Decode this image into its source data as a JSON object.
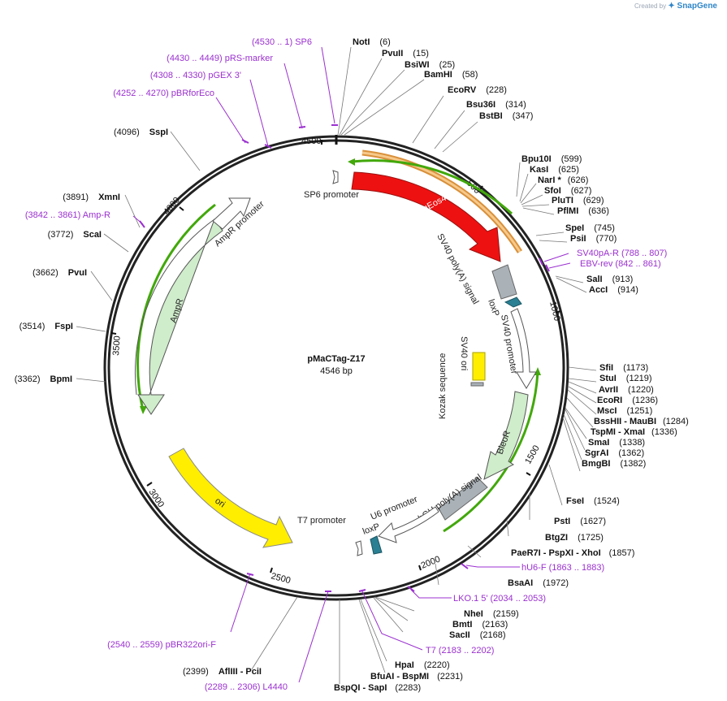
{
  "credit": {
    "prefix": "Created by",
    "brand": "SnapGene"
  },
  "plasmid": {
    "name": "pMaCTag-Z17",
    "size_label": "4546 bp",
    "length": 4546
  },
  "colors": {
    "purple": "#9b30d0",
    "feature_red": "#ee1111",
    "feature_yellow": "#ffee00",
    "feature_green": "#cfeccb",
    "feature_gray": "#aab2b8",
    "feature_teal": "#2a7f92",
    "primer_green": "#42a80b",
    "primer_orange": "#e5a03c"
  },
  "ticks": [
    "500",
    "1000",
    "1500",
    "2000",
    "2500",
    "3000",
    "3500",
    "4000",
    "4500"
  ],
  "sites": [
    {
      "text": "NotI",
      "pos": "(6)",
      "side": "right"
    },
    {
      "text": "PvuII",
      "pos": "(15)",
      "side": "right"
    },
    {
      "text": "BsiWI",
      "pos": "(25)",
      "side": "right"
    },
    {
      "text": "BamHI",
      "pos": "(58)",
      "side": "right"
    },
    {
      "text": "EcoRV",
      "pos": "(228)",
      "side": "right"
    },
    {
      "text": "Bsu36I",
      "pos": "(314)",
      "side": "right"
    },
    {
      "text": "BstBI",
      "pos": "(347)",
      "side": "right"
    },
    {
      "text": "Bpu10I",
      "pos": "(599)",
      "side": "right"
    },
    {
      "text": "KasI",
      "pos": "(625)",
      "side": "right"
    },
    {
      "text": "NarI *",
      "pos": "(626)",
      "side": "right"
    },
    {
      "text": "SfoI",
      "pos": "(627)",
      "side": "right"
    },
    {
      "text": "PluTI",
      "pos": "(629)",
      "side": "right"
    },
    {
      "text": "PflMI",
      "pos": "(636)",
      "side": "right"
    },
    {
      "text": "SpeI",
      "pos": "(745)",
      "side": "right"
    },
    {
      "text": "PsiI",
      "pos": "(770)",
      "side": "right"
    },
    {
      "text": "SalI",
      "pos": "(913)",
      "side": "right"
    },
    {
      "text": "AccI",
      "pos": "(914)",
      "side": "right"
    },
    {
      "text": "SfiI",
      "pos": "(1173)",
      "side": "right"
    },
    {
      "text": "StuI",
      "pos": "(1219)",
      "side": "right"
    },
    {
      "text": "AvrII",
      "pos": "(1220)",
      "side": "right"
    },
    {
      "text": "EcoRI",
      "pos": "(1236)",
      "side": "right"
    },
    {
      "text": "MscI",
      "pos": "(1251)",
      "side": "right"
    },
    {
      "text": "BssHII - MauBI",
      "pos": "(1284)",
      "side": "right"
    },
    {
      "text": "TspMI - XmaI",
      "pos": "(1336)",
      "side": "right"
    },
    {
      "text": "SmaI",
      "pos": "(1338)",
      "side": "right"
    },
    {
      "text": "SgrAI",
      "pos": "(1362)",
      "side": "right"
    },
    {
      "text": "BmgBI",
      "pos": "(1382)",
      "side": "right"
    },
    {
      "text": "FseI",
      "pos": "(1524)",
      "side": "right"
    },
    {
      "text": "PstI",
      "pos": "(1627)",
      "side": "right"
    },
    {
      "text": "BtgZI",
      "pos": "(1725)",
      "side": "right"
    },
    {
      "text": "PaeR7I - PspXI - XhoI",
      "pos": "(1857)",
      "side": "right"
    },
    {
      "text": "BsaAI",
      "pos": "(1972)",
      "side": "right"
    },
    {
      "text": "NheI",
      "pos": "(2159)",
      "side": "right"
    },
    {
      "text": "BmtI",
      "pos": "(2163)",
      "side": "right"
    },
    {
      "text": "SacII",
      "pos": "(2168)",
      "side": "right"
    },
    {
      "text": "HpaI",
      "pos": "(2220)",
      "side": "right"
    },
    {
      "text": "BfuAI - BspMI",
      "pos": "(2231)",
      "side": "right"
    },
    {
      "text": "BspQI - SapI",
      "pos": "(2283)",
      "side": "right"
    },
    {
      "text": "AflIII - PciI",
      "pos": "(2399)",
      "side": "left"
    },
    {
      "text": "BpmI",
      "pos": "(3362)",
      "side": "left"
    },
    {
      "text": "FspI",
      "pos": "(3514)",
      "side": "left"
    },
    {
      "text": "PvuI",
      "pos": "(3662)",
      "side": "left"
    },
    {
      "text": "ScaI",
      "pos": "(3772)",
      "side": "left"
    },
    {
      "text": "XmnI",
      "pos": "(3891)",
      "side": "left"
    },
    {
      "text": "SspI",
      "pos": "(4096)",
      "side": "left"
    }
  ],
  "primers": [
    {
      "text": "(4530 .. 1)  SP6"
    },
    {
      "text": "(4430 .. 4449)  pRS-marker"
    },
    {
      "text": "(4308 .. 4330)  pGEX 3'"
    },
    {
      "text": "(4252 .. 4270)  pBRforEco"
    },
    {
      "text": "(3842 .. 3861)  Amp-R"
    },
    {
      "text": "SV40pA-R   (788 .. 807)"
    },
    {
      "text": "EBV-rev   (842 .. 861)"
    },
    {
      "text": "hU6-F   (1863 .. 1883)"
    },
    {
      "text": "LKO.1 5'   (2034 .. 2053)"
    },
    {
      "text": "T7   (2183 .. 2202)"
    },
    {
      "text": "(2540 .. 2559)  pBR322ori-F"
    },
    {
      "text": "(2289 .. 2306)  L4440"
    }
  ],
  "features": [
    {
      "name": "mEos4b"
    },
    {
      "name": "SP6 promoter"
    },
    {
      "name": "SV40 poly(A) signal"
    },
    {
      "name": "loxP"
    },
    {
      "name": "SV40 promoter"
    },
    {
      "name": "SV40 ori"
    },
    {
      "name": "Kozak sequence"
    },
    {
      "name": "BleoR"
    },
    {
      "name": "bGH poly(A) signal"
    },
    {
      "name": "U6 promoter"
    },
    {
      "name": "loxP"
    },
    {
      "name": "T7 promoter"
    },
    {
      "name": "ori"
    },
    {
      "name": "AmpR"
    },
    {
      "name": "AmpR promoter"
    }
  ]
}
